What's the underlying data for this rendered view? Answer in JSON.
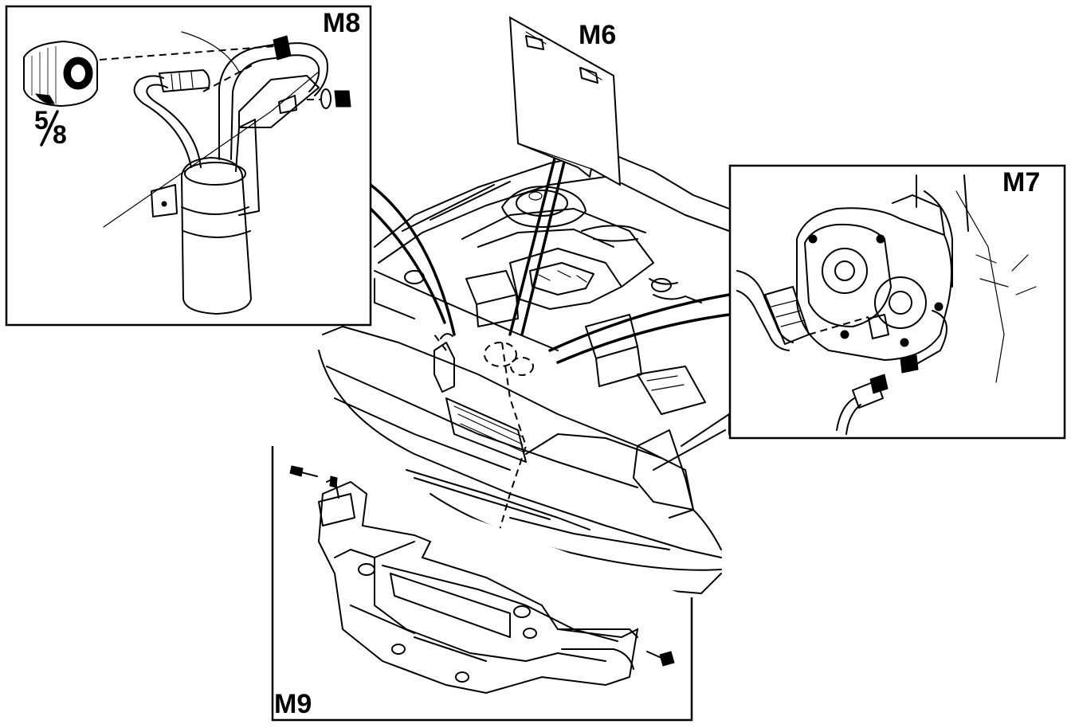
{
  "diagram": {
    "labels": {
      "m6": "M6",
      "m7": "M7",
      "m8": "M8",
      "m9": "M9"
    },
    "fraction": {
      "numerator": "5",
      "denominator": "8"
    }
  }
}
